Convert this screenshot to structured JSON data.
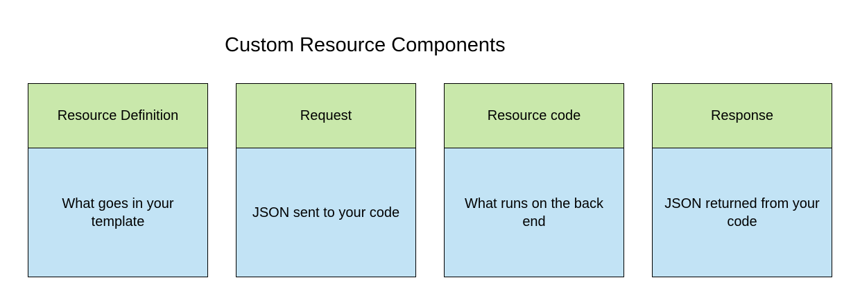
{
  "title": "Custom Resource Components",
  "colors": {
    "header_fill": "#c9e8ab",
    "body_fill": "#c2e3f5",
    "border": "#000000"
  },
  "cards": [
    {
      "header": "Resource Definition",
      "body": "What goes in your template"
    },
    {
      "header": "Request",
      "body": "JSON sent to your code"
    },
    {
      "header": "Resource code",
      "body": "What runs on the back end"
    },
    {
      "header": "Response",
      "body": "JSON returned from your code"
    }
  ]
}
